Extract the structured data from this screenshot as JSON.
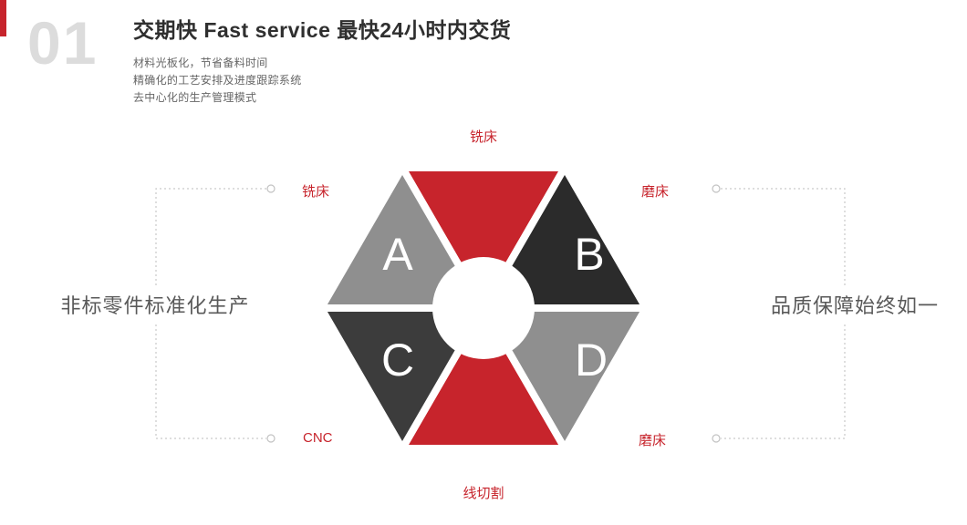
{
  "page": {
    "accent_red": "#c7242c",
    "background": "#ffffff"
  },
  "header": {
    "index": "01",
    "title": "交期快  Fast service 最快24小时内交货",
    "bullets": [
      "材料光板化，节省备料时间",
      "精确化的工艺安排及进度跟踪系统",
      "去中心化的生产管理模式"
    ]
  },
  "diagram": {
    "captions": {
      "left": "非标零件标准化生产",
      "right": "品质保障始终如一"
    },
    "labels": {
      "top": "铣床",
      "upper_left": "铣床",
      "upper_right": "磨床",
      "lower_left": "CNC",
      "lower_right": "磨床",
      "bottom": "线切割"
    },
    "letters": {
      "a": "A",
      "b": "B",
      "c": "C",
      "d": "D"
    },
    "colors": {
      "red": "#c7242c",
      "dark": "#2b2b2b",
      "charcoal": "#3c3c3c",
      "gray": "#8f8f8f"
    }
  }
}
